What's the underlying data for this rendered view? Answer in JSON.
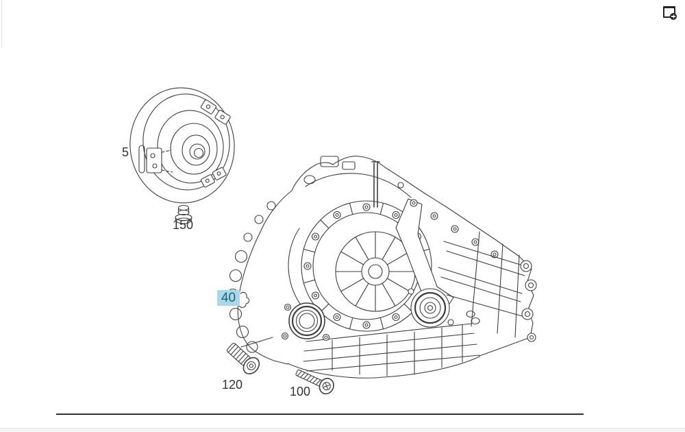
{
  "header": {
    "window_icon": "new-window-plus-icon"
  },
  "diagram": {
    "description_parts": [
      "torque-converter",
      "plug",
      "transmission-housing",
      "bolt",
      "screw"
    ],
    "callouts": [
      {
        "label": "5",
        "highlighted": false
      },
      {
        "label": "150",
        "highlighted": false
      },
      {
        "label": "40",
        "highlighted": true
      },
      {
        "label": "120",
        "highlighted": false
      },
      {
        "label": "100",
        "highlighted": false
      }
    ],
    "colors": {
      "line": "#3d3d3d",
      "highlight_bg": "#a9d8e8",
      "highlight_text": "#1e6080",
      "divider": "#333333"
    }
  }
}
